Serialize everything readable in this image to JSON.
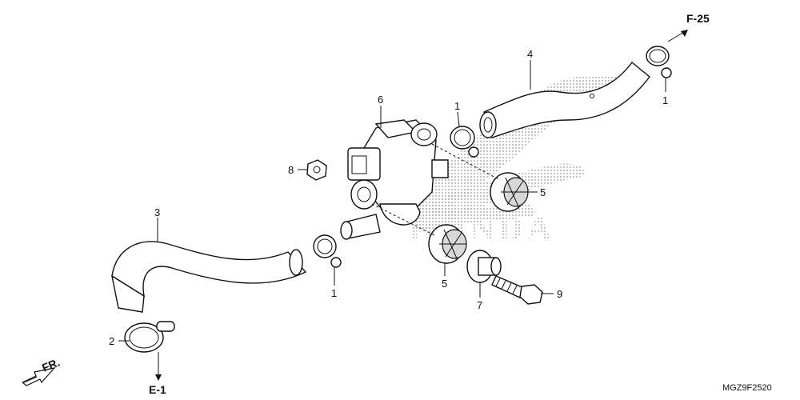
{
  "diagram": {
    "code": "MGZ9F2520",
    "brand": "HONDA",
    "refs": {
      "top_right": "F-25",
      "bottom_left": "E-1",
      "direction": "FR."
    },
    "callouts": {
      "c1_top_right": "1",
      "c1_top_mid": "1",
      "c1_bottom": "1",
      "c2": "2",
      "c3": "3",
      "c4": "4",
      "c5_right": "5",
      "c5_lower": "5",
      "c6": "6",
      "c7": "7",
      "c8": "8",
      "c9": "9"
    }
  }
}
